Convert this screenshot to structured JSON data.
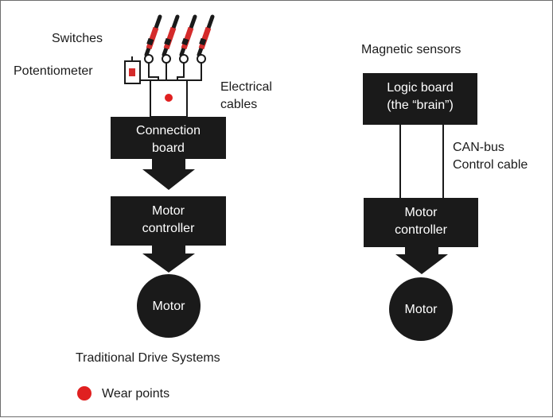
{
  "left": {
    "switches_label": "Switches",
    "potentiometer_label": "Potentiometer",
    "cables_label_line1": "Electrical",
    "cables_label_line2": "cables",
    "connection_line1": "Connection",
    "connection_line2": "board",
    "controller_line1": "Motor",
    "controller_line2": "controller",
    "motor": "Motor",
    "caption": "Traditional Drive Systems"
  },
  "right": {
    "sensors_label": "Magnetic sensors",
    "logic_line1": "Logic board",
    "logic_line2": "(the “brain”)",
    "canbus_line1": "CAN-bus",
    "canbus_line2": "Control cable",
    "controller_line1": "Motor",
    "controller_line2": "controller",
    "motor": "Motor"
  },
  "legend": {
    "wear_label": "Wear points",
    "wear_color": "#e02020"
  },
  "colors": {
    "box": "#1a1a1a",
    "line": "#1a1a1a",
    "switch_red": "#d42b2b"
  }
}
